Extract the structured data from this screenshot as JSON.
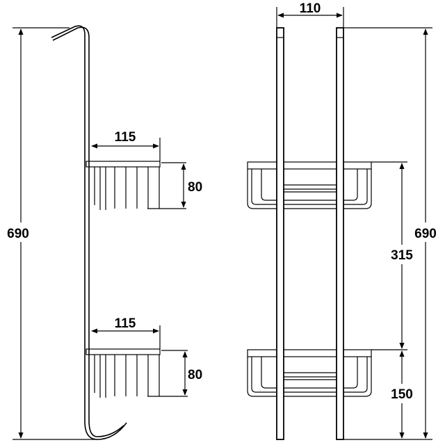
{
  "side_view": {
    "total_height": "690",
    "upper_basket_width": "115",
    "upper_basket_depth": "80",
    "lower_basket_width": "115",
    "lower_basket_depth": "80"
  },
  "front_view": {
    "rail_spacing": "110",
    "total_height": "690",
    "shelf_spacing": "315",
    "bottom_shelf_height": "150"
  }
}
